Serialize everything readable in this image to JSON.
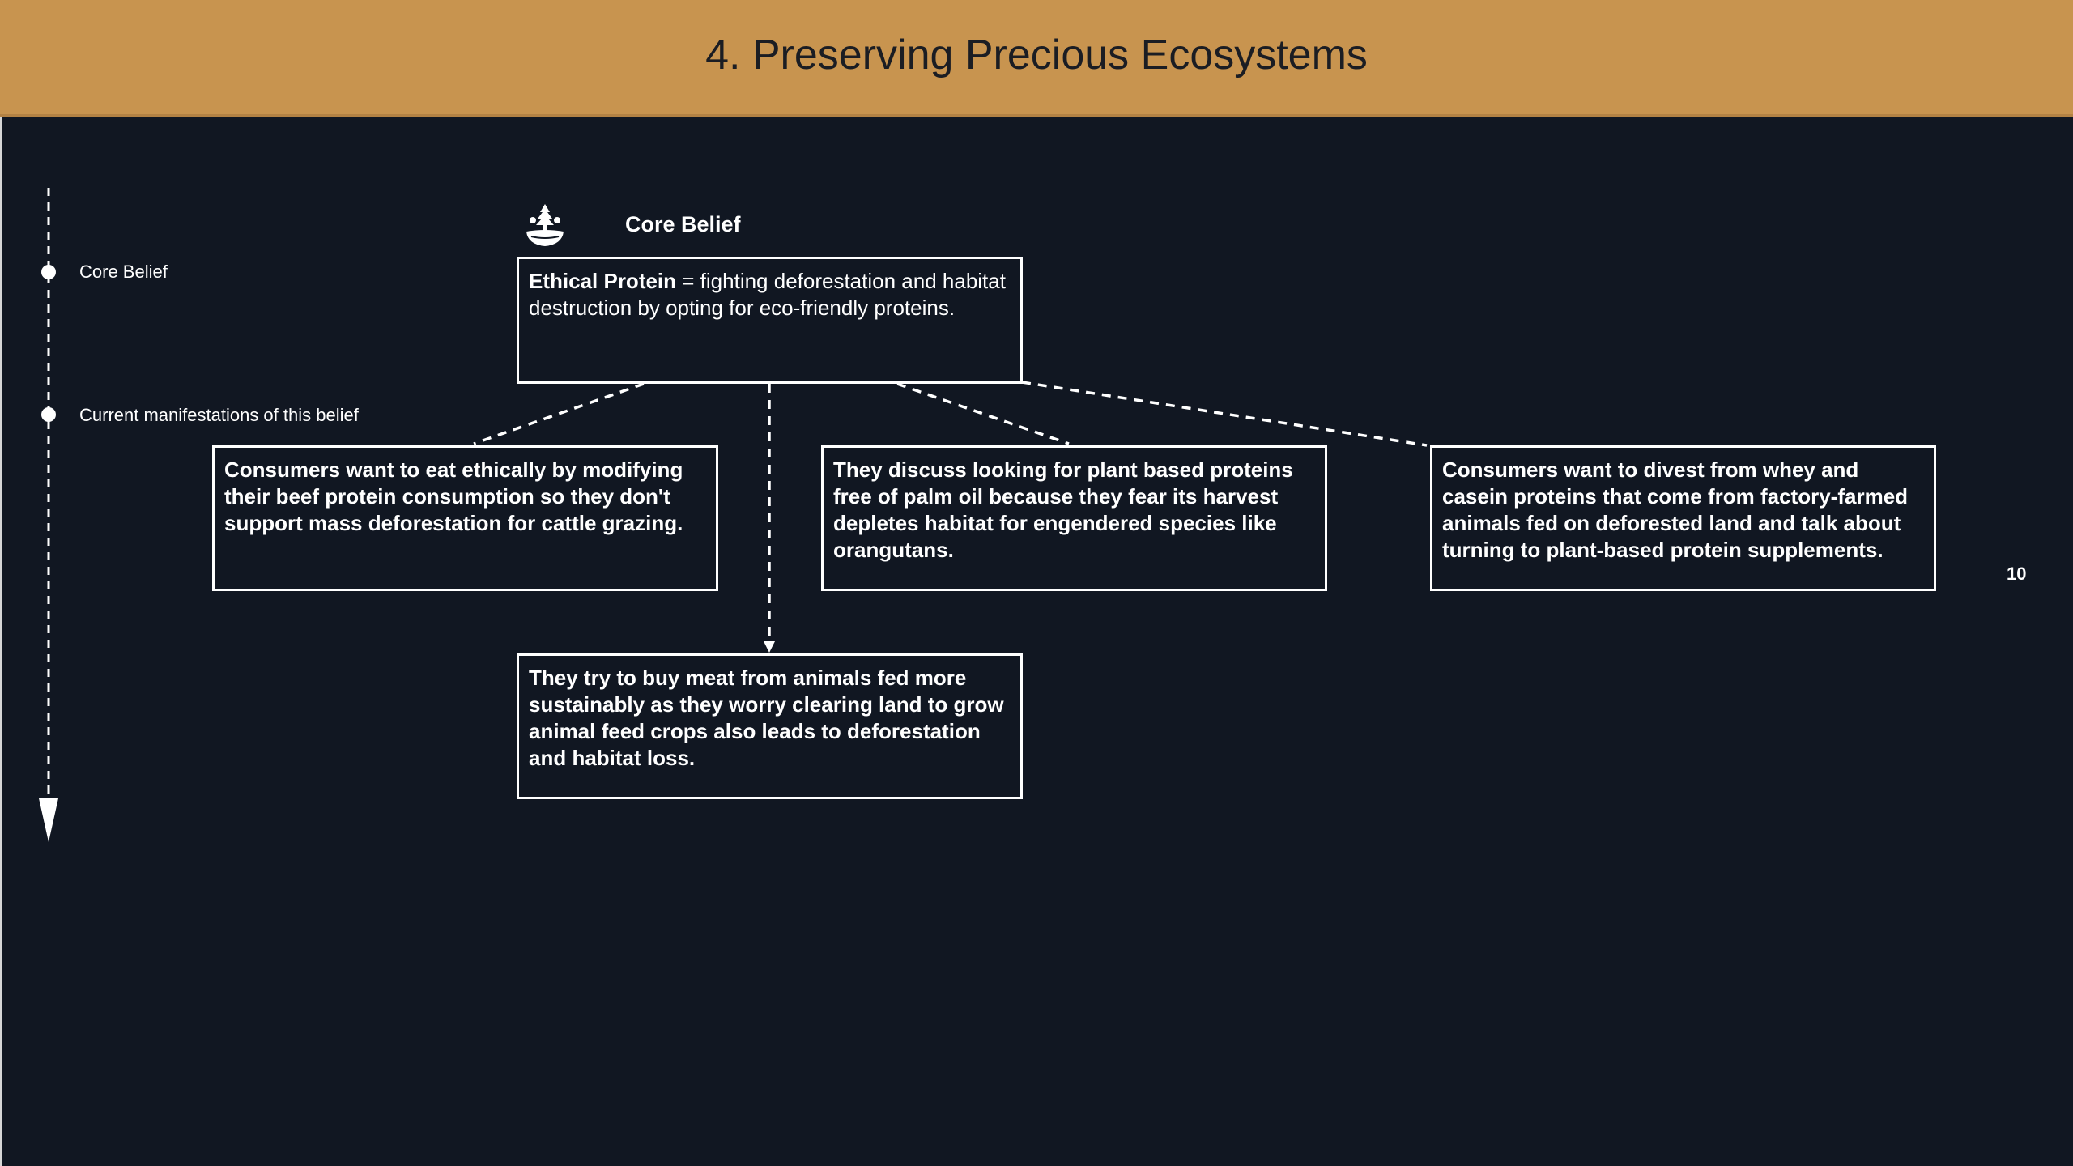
{
  "title": "4. Preserving Precious Ecosystems",
  "timeline": {
    "stage1": "Core Belief",
    "stage2": "Current manifestations of this belief"
  },
  "core": {
    "heading": "Core Belief",
    "icon": "tree-on-hand-icon",
    "term": "Ethical Protein",
    "definition": " = fighting deforestation and habitat destruction by opting for eco-friendly proteins."
  },
  "manifestations": [
    "Consumers want to eat ethically by modifying their beef protein consumption so they don't support mass deforestation for cattle grazing.",
    "They try to buy meat from animals fed more sustainably as they  worry clearing land to grow animal feed crops also leads to deforestation and habitat loss.",
    "They discuss looking for plant based proteins free of palm oil because they fear its harvest depletes habitat for engendered species like orangutans.",
    "Consumers want to divest from whey and casein proteins that come from factory-farmed animals fed on deforested land and talk about turning to plant-based protein supplements."
  ],
  "page_number": "10",
  "colors": {
    "header": "#c8944f",
    "background": "#111722",
    "foreground": "#ffffff"
  }
}
